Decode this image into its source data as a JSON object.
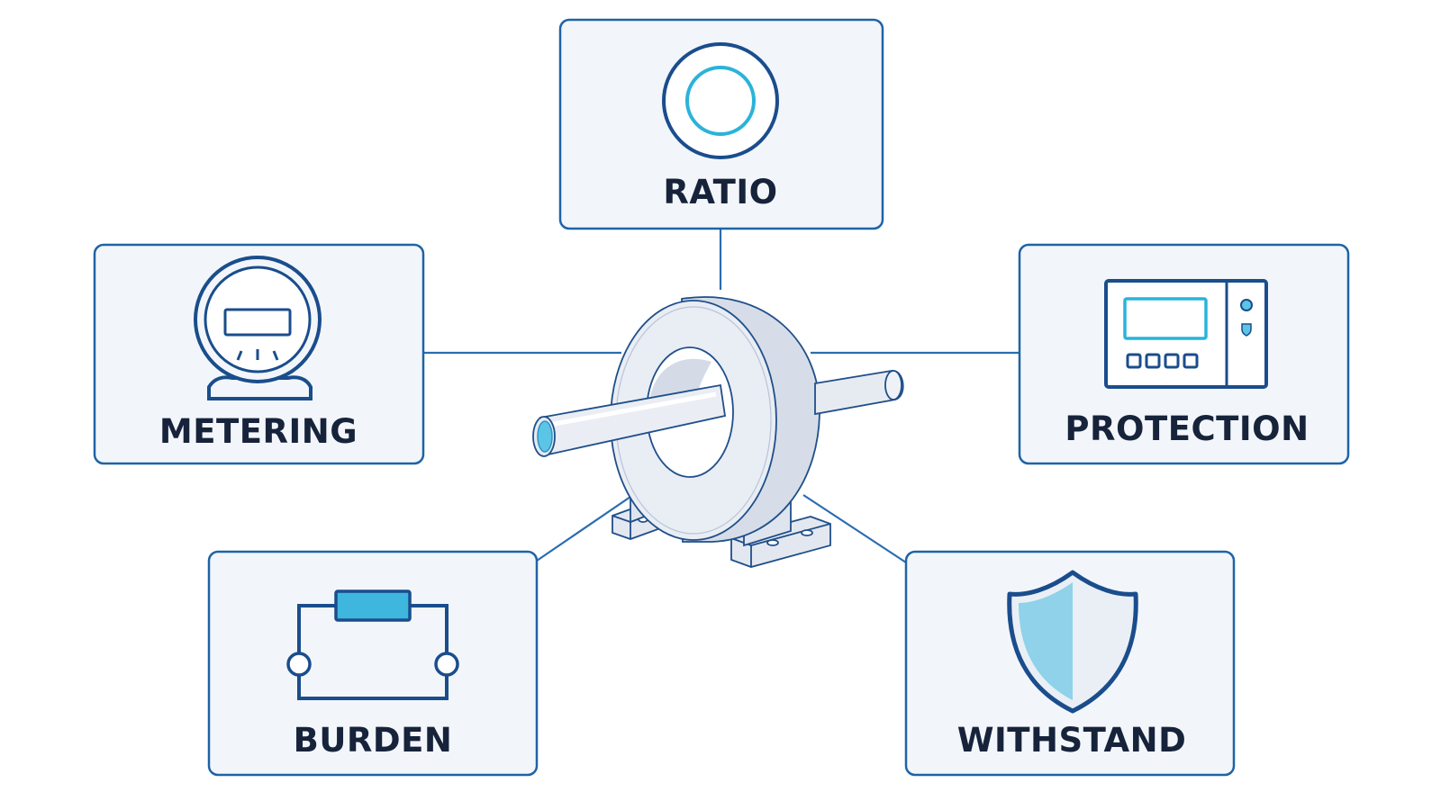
{
  "colors": {
    "accent": "#2bb3d9",
    "ink": "#1a4d8c",
    "box_border": "#1f63a6",
    "box_fill": "#f2f6fa",
    "label": "#16233a"
  },
  "boxes": {
    "ratio": {
      "label": "RATIO",
      "icon": "ring-icon"
    },
    "metering": {
      "label": "METERING",
      "icon": "meter-icon"
    },
    "protection": {
      "label": "PROTECTION",
      "icon": "relay-panel-icon"
    },
    "burden": {
      "label": "BURDEN",
      "icon": "resistor-circuit-icon"
    },
    "withstand": {
      "label": "WITHSTAND",
      "icon": "shield-icon"
    }
  },
  "center": {
    "icon": "current-transformer-icon"
  }
}
